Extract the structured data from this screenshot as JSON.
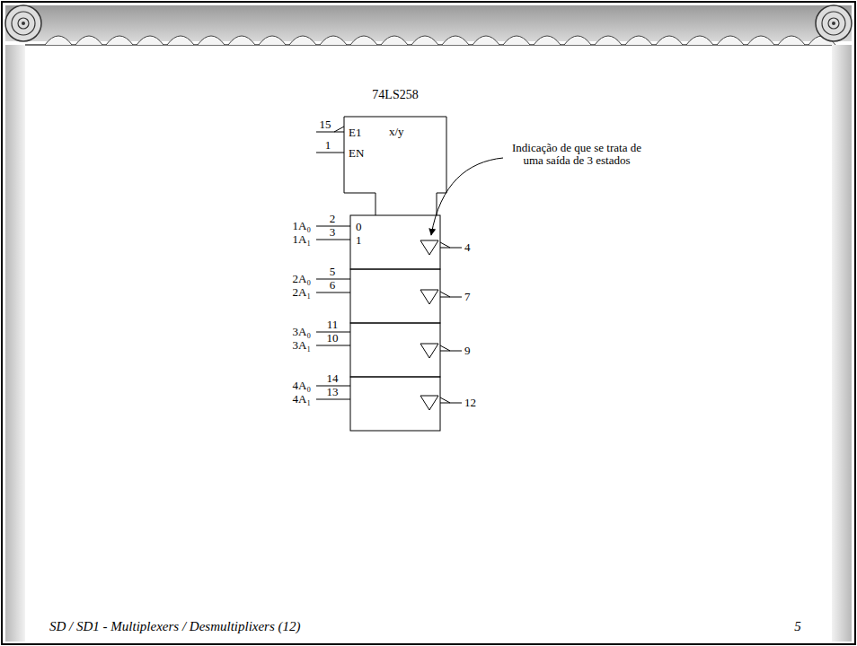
{
  "diagram": {
    "caption": "SD / SD1 - Multiplexers / Desmultiplixers (12)",
    "nodes": [
      {
        "text": [
          "74LS258",
          "E1",
          "EN",
          "x/y"
        ]
      },
      {
        "text": [
          "0",
          "1"
        ]
      }
    ],
    "labels": [
      "15",
      "1",
      "1A₀",
      "2",
      "1A₁",
      "3",
      "2A₀",
      "5",
      "2A₁",
      "6",
      "3A₀",
      "11",
      "3A₁",
      "10",
      "4A₀",
      "14",
      "4A₁",
      "13",
      "4",
      "7",
      "9",
      "12",
      "Indicação de que se trata de uma saída de 3 estados",
      "5"
    ]
  }
}
